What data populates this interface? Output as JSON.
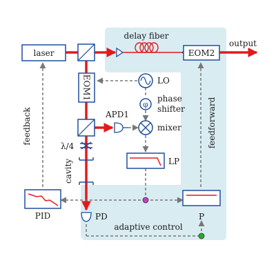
{
  "labels": {
    "laser": "laser",
    "delay_fiber": "delay fiber",
    "output": "output",
    "eom1": "EOM1",
    "eom2": "EOM2",
    "lo": "LO",
    "phase_shifter_line1": "phase",
    "phase_shifter_line2": "shifter",
    "apd1": "APD1",
    "mixer": "mixer",
    "quarter_wave": "λ/4",
    "cavity": "cavity",
    "lp": "LP",
    "feedback": "feedback",
    "feedforward": "feedforward",
    "pid": "PID",
    "pd": "PD",
    "p": "P",
    "adaptive_control": "adaptive control"
  },
  "colors": {
    "laser_beam": "#e31a1c",
    "box_stroke": "#1f4e9c",
    "panel_fill": "#d9ecf2",
    "signal_arrow": "#777777",
    "junction_magenta": "#c040c0",
    "junction_green": "#22b022"
  }
}
